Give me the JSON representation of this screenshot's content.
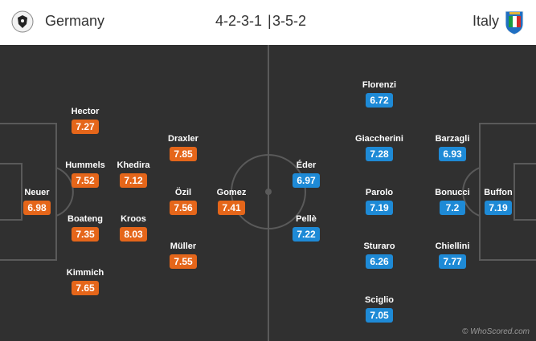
{
  "header": {
    "home_team": "Germany",
    "away_team": "Italy",
    "home_formation": "4-2-3-1",
    "away_formation": "3-5-2",
    "separator": "|",
    "home_crest_icon": "germany-crest-icon",
    "away_crest_icon": "italy-crest-icon"
  },
  "colors": {
    "home_rating": "#e5661a",
    "away_rating": "#1e8ad6",
    "pitch": "#303030",
    "lines": "#5a5a5a"
  },
  "home_players": [
    {
      "name": "Neuer",
      "rating": "6.98"
    },
    {
      "name": "Hector",
      "rating": "7.27"
    },
    {
      "name": "Hummels",
      "rating": "7.52"
    },
    {
      "name": "Boateng",
      "rating": "7.35"
    },
    {
      "name": "Kimmich",
      "rating": "7.65"
    },
    {
      "name": "Khedira",
      "rating": "7.12"
    },
    {
      "name": "Kroos",
      "rating": "8.03"
    },
    {
      "name": "Draxler",
      "rating": "7.85"
    },
    {
      "name": "Özil",
      "rating": "7.56"
    },
    {
      "name": "Müller",
      "rating": "7.55"
    },
    {
      "name": "Gomez",
      "rating": "7.41"
    }
  ],
  "away_players": [
    {
      "name": "Florenzi",
      "rating": "6.72"
    },
    {
      "name": "Giaccherini",
      "rating": "7.28"
    },
    {
      "name": "Parolo",
      "rating": "7.19"
    },
    {
      "name": "Sturaro",
      "rating": "6.26"
    },
    {
      "name": "Sciglio",
      "rating": "7.05"
    },
    {
      "name": "Éder",
      "rating": "6.97"
    },
    {
      "name": "Pellè",
      "rating": "7.22"
    },
    {
      "name": "Barzagli",
      "rating": "6.93"
    },
    {
      "name": "Bonucci",
      "rating": "7.2"
    },
    {
      "name": "Chiellini",
      "rating": "7.77"
    },
    {
      "name": "Buffon",
      "rating": "7.19"
    }
  ],
  "watermark": "© WhoScored.com"
}
